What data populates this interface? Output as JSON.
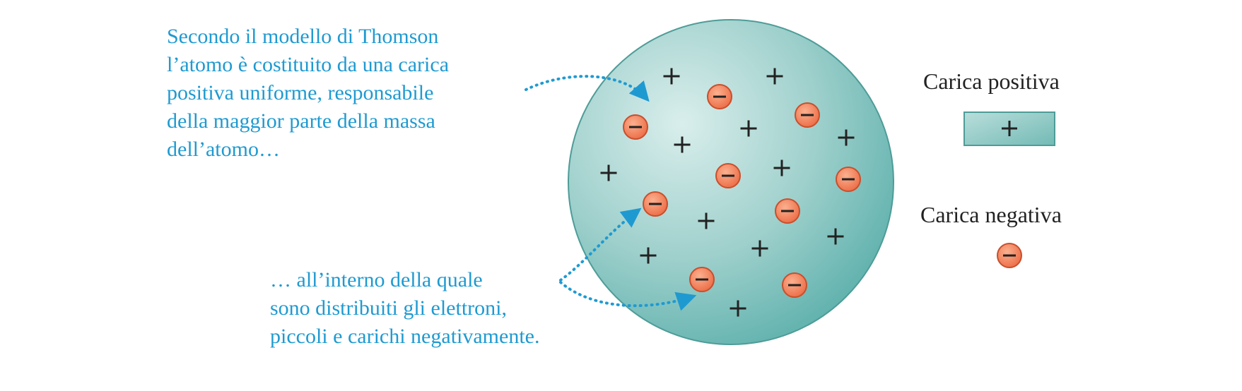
{
  "caption_top": {
    "lines": [
      "Secondo il modello di Thomson",
      "l’atomo è costituito da una carica",
      "positiva uniforme, responsabile",
      "della maggior parte della massa",
      "dell’atomo…"
    ]
  },
  "caption_bottom": {
    "lines": [
      "… all’interno della quale",
      "sono distribuiti gli elettroni,",
      "piccoli e carichi negativamente."
    ]
  },
  "legend": {
    "positive_title": "Carica positiva",
    "negative_title": "Carica negativa",
    "positive_symbol": "+",
    "negative_symbol": "−"
  },
  "colors": {
    "caption_text": "#1f9ad1",
    "arrow": "#1f9ad1",
    "sphere_light": "#d6ecea",
    "sphere_dark": "#5fb1ad",
    "sphere_edge": "#3f8f8b",
    "electron_fill": "#f07a55",
    "electron_edge": "#c94f2c"
  },
  "icons": {
    "positive_charge": "plus-sign-icon",
    "electron": "electron-minus-icon"
  }
}
